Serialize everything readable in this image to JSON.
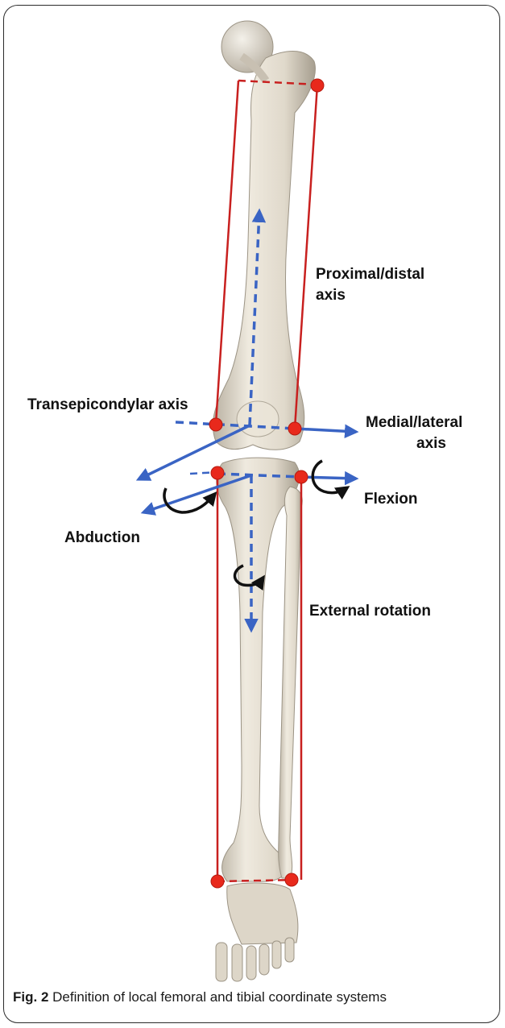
{
  "labels": {
    "proximal_distal_axis": "Proximal/distal axis",
    "transepicondylar_axis": "Transepicondylar axis",
    "medial_lateral_axis": "Medial/lateral axis",
    "flexion": "Flexion",
    "abduction": "Abduction",
    "external_rotation": "External rotation"
  },
  "caption": {
    "figure_label": "Fig. 2",
    "text": "Definition of local femoral and tibial coordinate systems"
  },
  "colors": {
    "frame_red": "#c8201f",
    "landmark_red": "#e8291c",
    "axis_blue": "#3a64c4",
    "rotation_black": "#111111",
    "bone": "#e3ddd0"
  }
}
